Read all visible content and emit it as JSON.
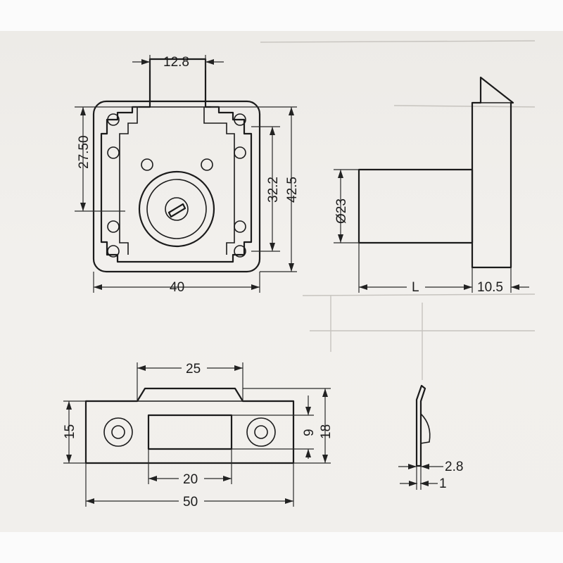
{
  "diagram": {
    "dimensions": {
      "front_top_width": "12.8",
      "front_left_height": "27.50",
      "front_inner_height": "32.2",
      "front_outer_height": "42.5",
      "front_width": "40",
      "side_diameter": "Ø23",
      "side_length": "L",
      "side_flange": "10.5",
      "plate_slot_top": "25",
      "plate_height": "15",
      "plate_slot_height": "9",
      "plate_outer_height": "18",
      "plate_slot_bottom": "20",
      "plate_width": "50",
      "edge_thickness_a": "2.8",
      "edge_thickness_b": "1"
    }
  }
}
